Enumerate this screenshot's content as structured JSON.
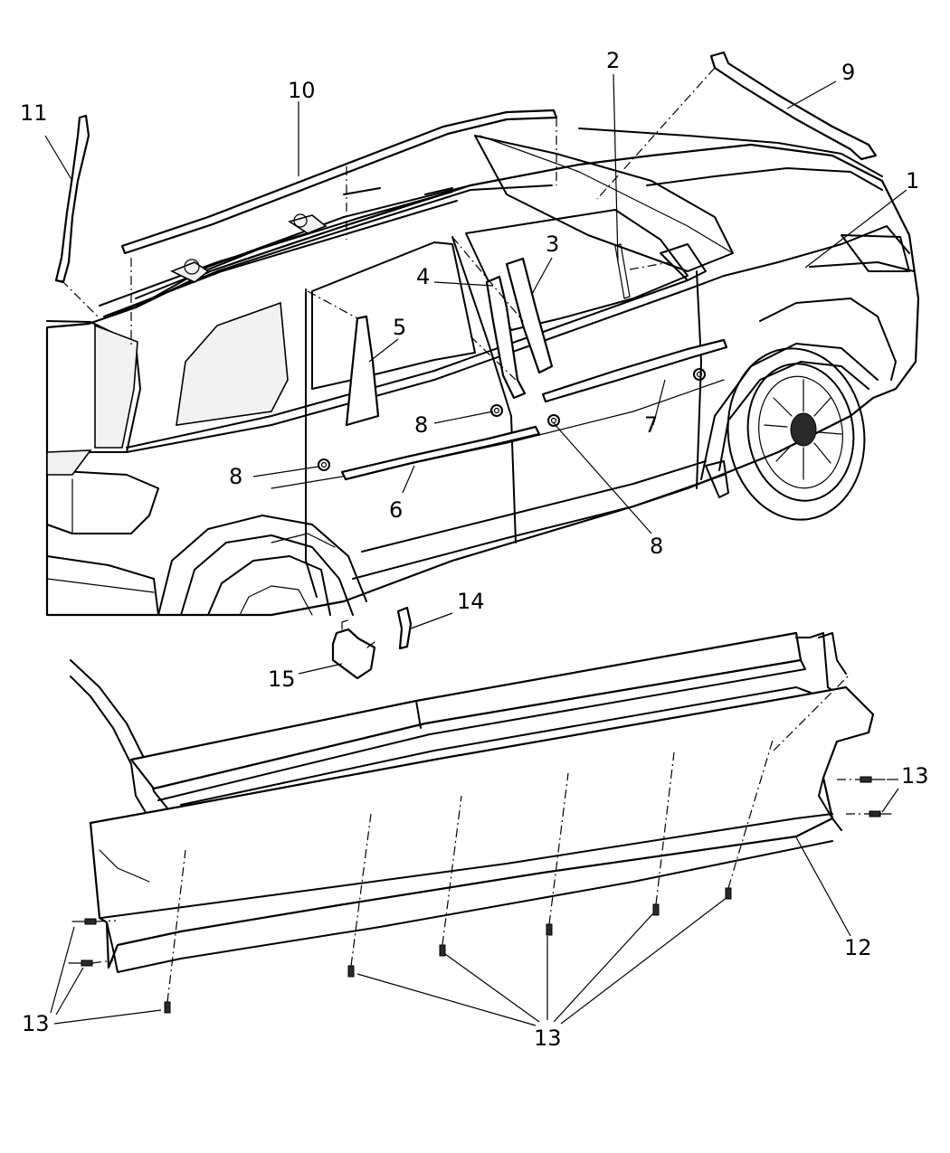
{
  "callouts": [
    {
      "id": "c1",
      "text": "1"
    },
    {
      "id": "c2",
      "text": "2"
    },
    {
      "id": "c3",
      "text": "3"
    },
    {
      "id": "c4",
      "text": "4"
    },
    {
      "id": "c5",
      "text": "5"
    },
    {
      "id": "c6",
      "text": "6"
    },
    {
      "id": "c7",
      "text": "7"
    },
    {
      "id": "c8a",
      "text": "8"
    },
    {
      "id": "c8b",
      "text": "8"
    },
    {
      "id": "c8c",
      "text": "8"
    },
    {
      "id": "c9",
      "text": "9"
    },
    {
      "id": "c10",
      "text": "10"
    },
    {
      "id": "c11",
      "text": "11"
    },
    {
      "id": "c12",
      "text": "12"
    },
    {
      "id": "c13a",
      "text": "13"
    },
    {
      "id": "c13b",
      "text": "13"
    },
    {
      "id": "c13c",
      "text": "13"
    },
    {
      "id": "c14",
      "text": "14"
    },
    {
      "id": "c15",
      "text": "15"
    }
  ]
}
